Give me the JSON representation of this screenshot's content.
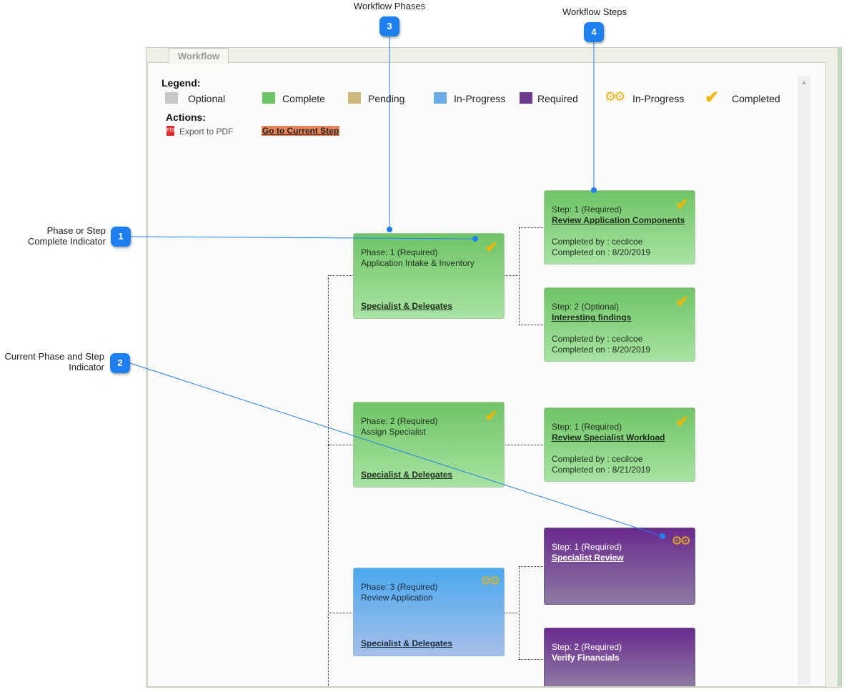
{
  "window": {
    "tab_label": "Workflow"
  },
  "legend": {
    "title": "Legend:",
    "items": [
      {
        "label": "Optional",
        "color": "#c8c8c8"
      },
      {
        "label": "Complete",
        "color": "#6fc466"
      },
      {
        "label": "Pending",
        "color": "#cdb77a"
      },
      {
        "label": "In-Progress",
        "color": "#6aabe9"
      },
      {
        "label": "Required",
        "color": "#6f3a8f"
      },
      {
        "label": "In-Progress",
        "icon": "gears-icon"
      },
      {
        "label": "Completed",
        "icon": "check-icon"
      }
    ]
  },
  "actions": {
    "title": "Actions:",
    "export_pdf": "Export to PDF",
    "go_current": "Go to Current Step"
  },
  "phases": [
    {
      "header": "Phase: 1 (Required)",
      "name": "Application Intake & Inventory",
      "link": "Specialist & Delegates",
      "status": "complete",
      "icon": "check-icon"
    },
    {
      "header": "Phase: 2 (Required)",
      "name": "Assign Specialist",
      "link": "Specialist & Delegates",
      "status": "complete",
      "icon": "check-icon"
    },
    {
      "header": "Phase: 3 (Required)",
      "name": "Review Application",
      "link": "Specialist & Delegates",
      "status": "in-progress",
      "icon": "gears-icon"
    }
  ],
  "steps": [
    {
      "header": "Step: 1 (Required)",
      "title": "Review Application Components",
      "completed_by": "Completed by : cecilcoe",
      "completed_on": "Completed on : 8/20/2019",
      "icon": "check-icon"
    },
    {
      "header": "Step: 2 (Optional)",
      "title": "Interesting findings",
      "completed_by": "Completed by : cecilcoe",
      "completed_on": "Completed on : 8/20/2019",
      "icon": "check-icon"
    },
    {
      "header": "Step: 1 (Required)",
      "title": "Review Specialist Workload",
      "completed_by": "Completed by : cecilcoe",
      "completed_on": "Completed on : 8/21/2019",
      "icon": "check-icon"
    },
    {
      "header": "Step: 1 (Required)",
      "title": "Specialist Review",
      "icon": "gears-icon"
    },
    {
      "header": "Step: 2 (Required)",
      "title": "Verify Financials"
    }
  ],
  "callouts": [
    {
      "number": "1",
      "text": [
        "Phase or Step",
        "Complete Indicator"
      ]
    },
    {
      "number": "2",
      "text": [
        "Current Phase and Step",
        "Indicator"
      ]
    },
    {
      "number": "3",
      "text": [
        "Workflow Phases"
      ]
    },
    {
      "number": "4",
      "text": [
        "Workflow Steps"
      ]
    }
  ]
}
